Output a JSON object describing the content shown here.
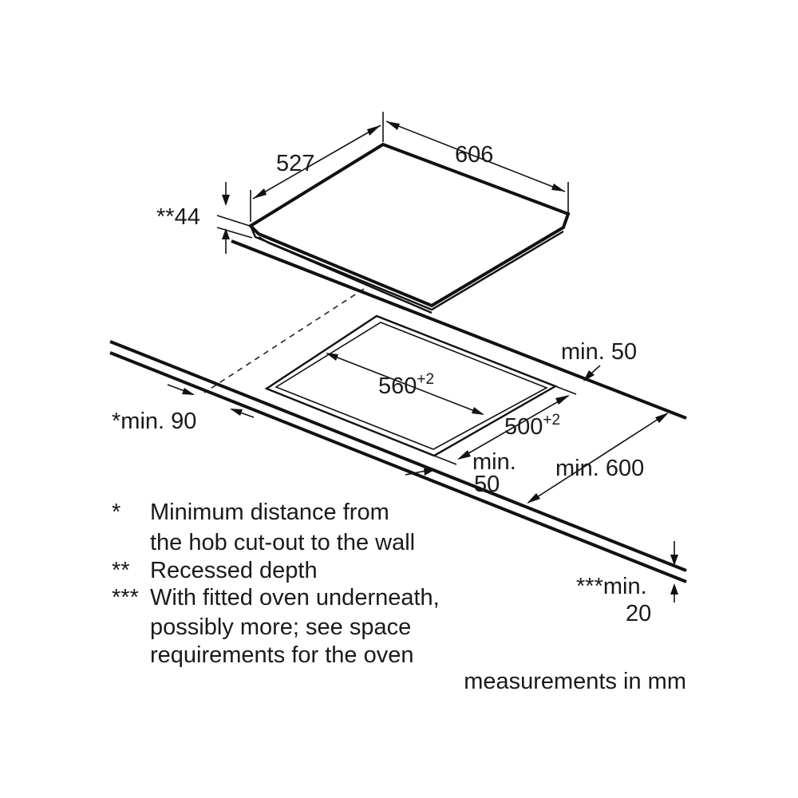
{
  "labels": {
    "hob_depth": "527",
    "hob_width": "606",
    "recess_depth": "**44",
    "cutout_width": "560",
    "cutout_width_tol": "+2",
    "cutout_depth": "500",
    "cutout_depth_tol": "+2",
    "min_rear": "min. 50",
    "min_wall": "*min. 90",
    "min_front_line1": "min.",
    "min_front_line2": "50",
    "min_worktop": "min. 600",
    "min_bottom_line1": "***min.",
    "min_bottom_line2": "20"
  },
  "notes": [
    {
      "marker": "*",
      "lines": [
        "Minimum distance from",
        "the hob cut-out to the wall"
      ]
    },
    {
      "marker": "**",
      "lines": [
        "Recessed depth"
      ]
    },
    {
      "marker": "***",
      "lines": [
        "With fitted oven underneath,",
        "possibly more; see space",
        "requirements for the oven"
      ]
    }
  ],
  "units_note": "measurements in mm"
}
